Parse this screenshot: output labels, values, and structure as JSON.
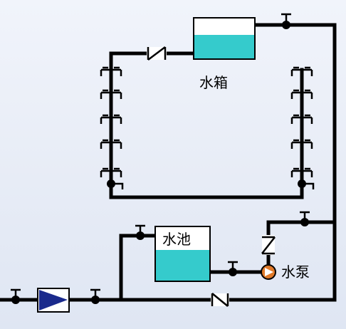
{
  "labels": {
    "water_tank": "水箱",
    "water_pool": "水池",
    "water_pump": "水泵"
  },
  "colors": {
    "pipe": "#000000",
    "water": "#35cbcc",
    "pump_fill": "#e07a2a",
    "meter_fill": "#1a2a8c",
    "background": "#e7ecf6"
  }
}
